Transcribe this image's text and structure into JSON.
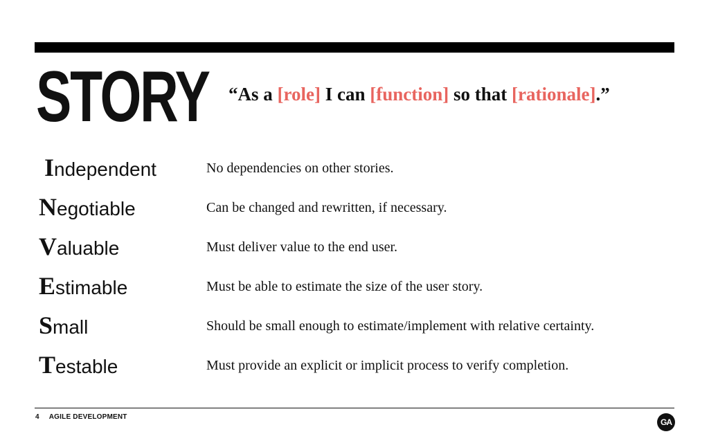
{
  "slide": {
    "title": "STORY",
    "formula": {
      "open": "“As a ",
      "role": "[role]",
      "mid1": " I can ",
      "function": "[function]",
      "mid2": " so that ",
      "rationale": "[rationale]",
      "close": ".”"
    },
    "accent_color": "#e8655f",
    "invest": [
      {
        "initial": "I",
        "rest": "ndependent",
        "description": "No dependencies on other stories."
      },
      {
        "initial": "N",
        "rest": "egotiable",
        "description": "Can be changed and rewritten, if necessary."
      },
      {
        "initial": "V",
        "rest": "aluable",
        "description": "Must deliver value to the end user."
      },
      {
        "initial": "E",
        "rest": "stimable",
        "description": "Must be able to estimate the size of the user story."
      },
      {
        "initial": "S",
        "rest": "mall",
        "description": "Should be small enough to estimate/implement with relative certainty."
      },
      {
        "initial": "T",
        "rest": "estable",
        "description": "Must provide an explicit or implicit process to verify completion."
      }
    ]
  },
  "footer": {
    "page_number": "4",
    "section": "AGILE DEVELOPMENT",
    "logo_icon": "ga-logo-icon",
    "logo_text": "GA"
  }
}
